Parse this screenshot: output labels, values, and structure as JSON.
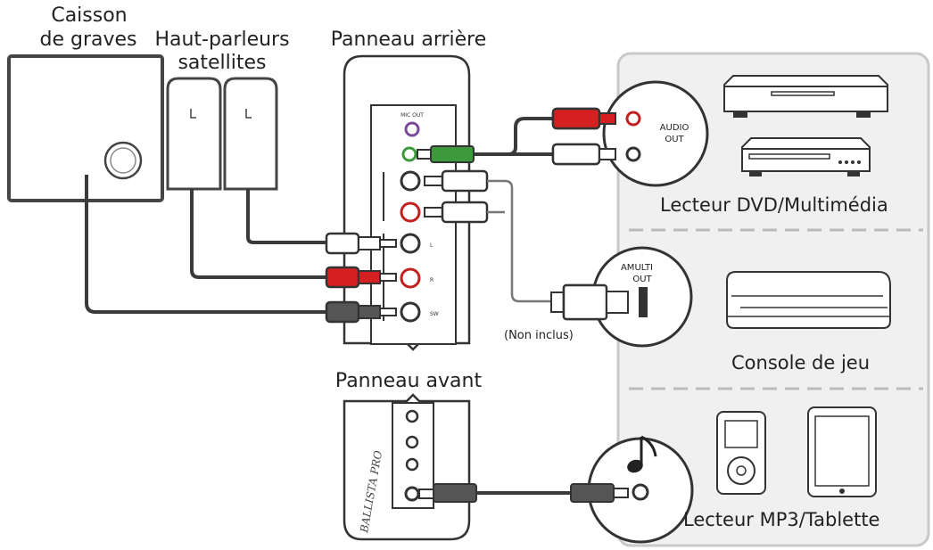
{
  "labels": {
    "subwoofer_l1": "Caisson",
    "subwoofer_l2": "de graves",
    "satellites_l1": "Haut-parleurs",
    "satellites_l2": "satellites",
    "rear_panel": "Panneau arrière",
    "front_panel": "Panneau avant",
    "dvd": "Lecteur DVD/Multimédia",
    "console": "Console de jeu",
    "mp3": "Lecteur MP3/Tablette",
    "not_included": "(Non inclus)",
    "audio_out_l1": "AUDIO",
    "audio_out_l2": "OUT",
    "multi_out_l1": "AMULTI",
    "multi_out_l2": "OUT"
  },
  "colors": {
    "red_plug": "#d42020",
    "green_plug": "#3c9a3c",
    "dark_plug": "#555555",
    "panel_bg": "#f0f0f0",
    "line": "#3a3a3a",
    "dashed": "#bbbbbb"
  },
  "icons": [
    "music-note-icon"
  ]
}
